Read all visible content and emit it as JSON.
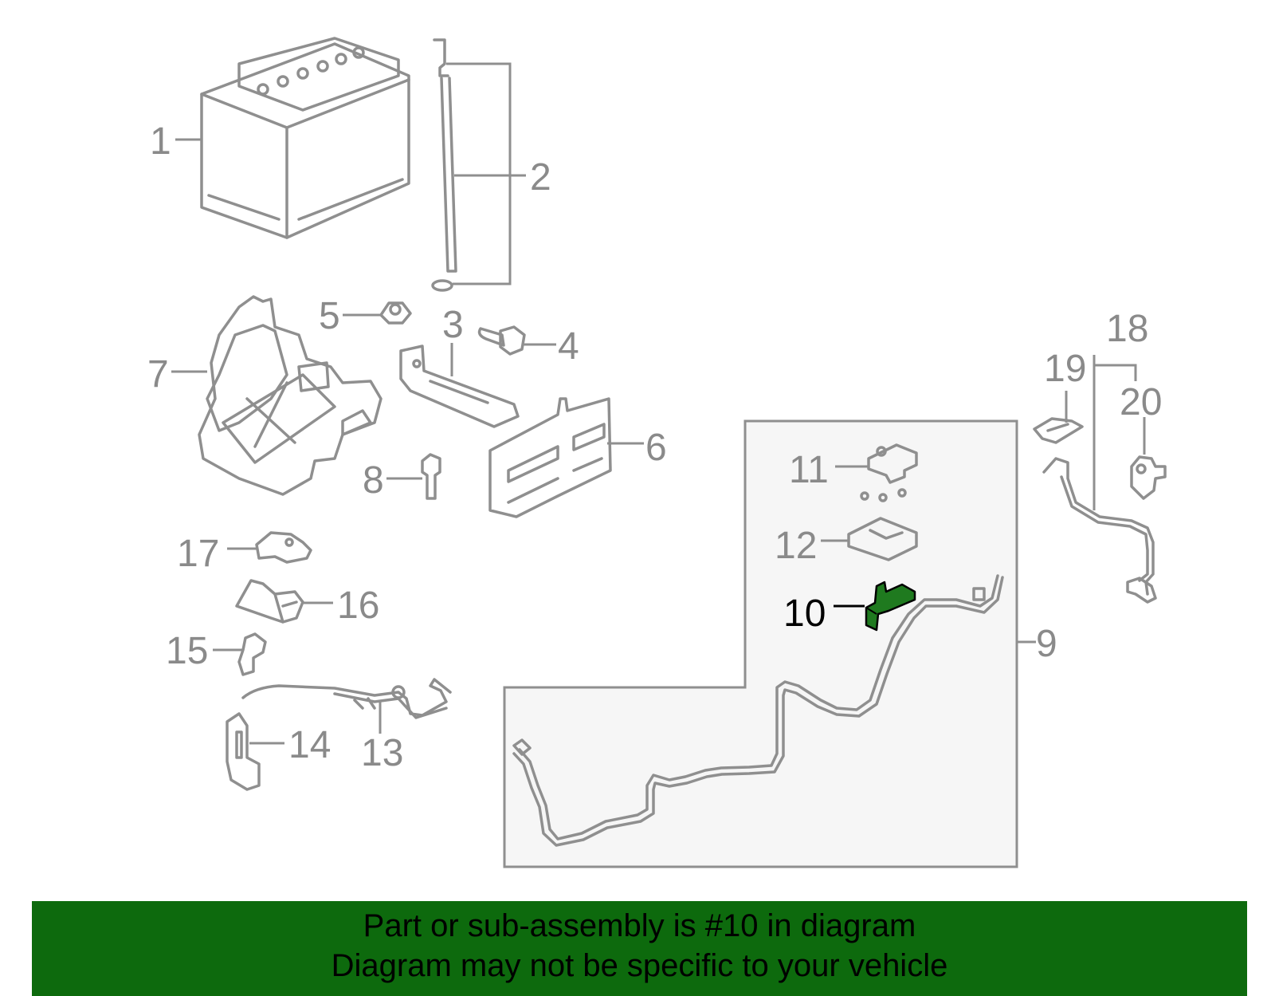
{
  "colors": {
    "line": "#8f8f8f",
    "highlight_fill": "#1f7a1f",
    "banner_bg": "#0d6a0d",
    "inset_bg": "#f6f6f6"
  },
  "callouts": [
    {
      "id": "1",
      "label": "1"
    },
    {
      "id": "2",
      "label": "2"
    },
    {
      "id": "3",
      "label": "3"
    },
    {
      "id": "4",
      "label": "4"
    },
    {
      "id": "5",
      "label": "5"
    },
    {
      "id": "6",
      "label": "6"
    },
    {
      "id": "7",
      "label": "7"
    },
    {
      "id": "8",
      "label": "8"
    },
    {
      "id": "9",
      "label": "9"
    },
    {
      "id": "10",
      "label": "10",
      "highlighted": true
    },
    {
      "id": "11",
      "label": "11"
    },
    {
      "id": "12",
      "label": "12"
    },
    {
      "id": "13",
      "label": "13"
    },
    {
      "id": "14",
      "label": "14"
    },
    {
      "id": "15",
      "label": "15"
    },
    {
      "id": "16",
      "label": "16"
    },
    {
      "id": "17",
      "label": "17"
    },
    {
      "id": "18",
      "label": "18"
    },
    {
      "id": "19",
      "label": "19"
    },
    {
      "id": "20",
      "label": "20"
    }
  ],
  "banner": {
    "line1": "Part or sub-assembly is #10 in diagram",
    "line2": "Diagram may not be specific to your vehicle"
  }
}
